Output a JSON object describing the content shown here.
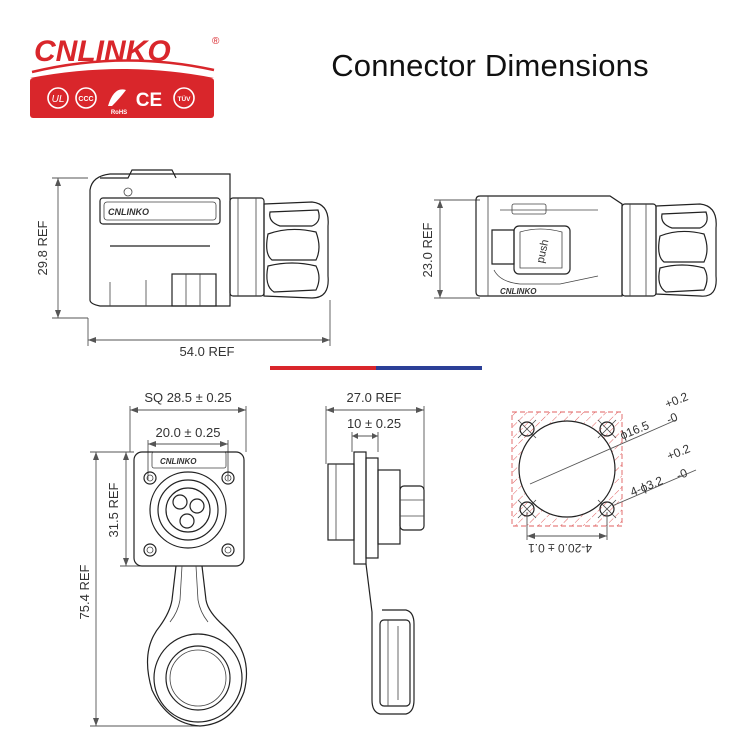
{
  "header": {
    "brand": "CNLINKO",
    "registered_mark": "®",
    "cert_marks": [
      "UL",
      "CCC",
      "RoHS",
      "CE",
      "TÜV"
    ],
    "title": "Connector Dimensions"
  },
  "side_view_left": {
    "height_label": "29.8 REF",
    "length_label": "54.0 REF",
    "body_text": "CNLINKO"
  },
  "side_view_right": {
    "height_label": "23.0 REF",
    "button_text": "push",
    "body_text": "CNLINKO"
  },
  "front_view": {
    "sq_label": "SQ 28.5 ± 0.25",
    "inner_label": "20.0 ± 0.25",
    "height_label": "31.5 REF",
    "total_label": "75.4 REF",
    "body_text": "CNLINKO"
  },
  "profile_view": {
    "width_label": "27.0 REF",
    "flange_label": "10 ± 0.25"
  },
  "panel_cutout": {
    "hole_label": "ϕ16.5",
    "hole_tol_top": "+0.2",
    "hole_tol_bottom": "-0",
    "mount_label": "4-ϕ3.2",
    "mount_tol_top": "+0.2",
    "mount_tol_bottom": "-0",
    "spacing_label": "4-20.0 ± 0.1"
  },
  "colors": {
    "brand_red": "#d9262b",
    "divider_red": "#d9262b",
    "divider_blue": "#2b3f97",
    "hatch": "#e06060"
  }
}
